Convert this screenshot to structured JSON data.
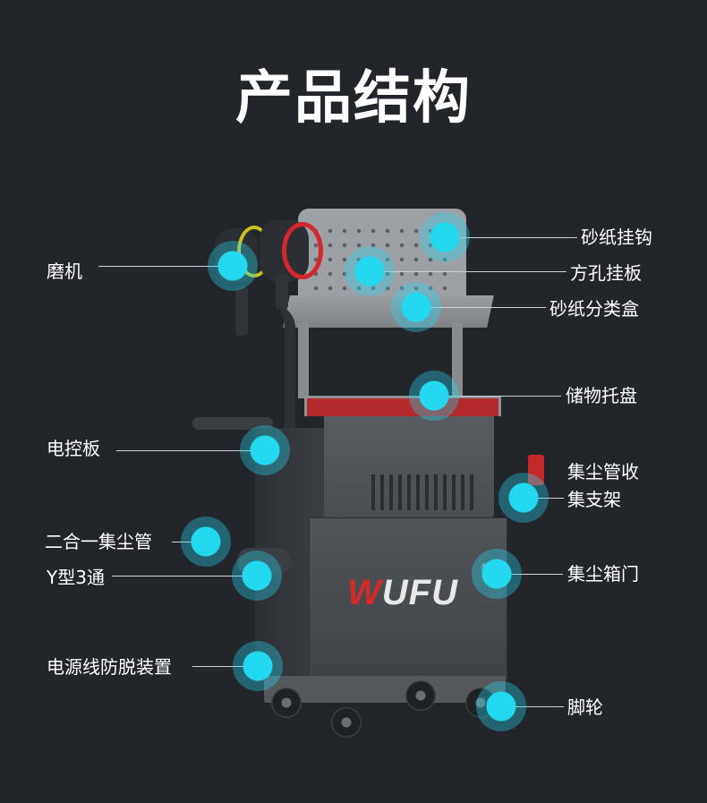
{
  "page_title": "产品结构",
  "brand": {
    "logo_w": "W",
    "logo_rest": "UFU",
    "reg_mark": "®"
  },
  "labels": {
    "sandpaper_hook": "砂纸挂钩",
    "sander": "磨机",
    "square_hole_board": "方孔挂板",
    "sandpaper_sort_box": "砂纸分类盒",
    "storage_tray": "储物托盘",
    "control_panel": "电控板",
    "hose_rack_line1": "集尘管收",
    "hose_rack_line2": "集支架",
    "two_in_one_hose": "二合一集尘管",
    "y_three_way": "Y型3通",
    "dust_box_door": "集尘箱门",
    "cable_anti_detach": "电源线防脱装置",
    "casters": "脚轮"
  },
  "colors": {
    "background": "#22262b",
    "accent": "#24d8f0",
    "brand_red": "#d62a2a"
  }
}
